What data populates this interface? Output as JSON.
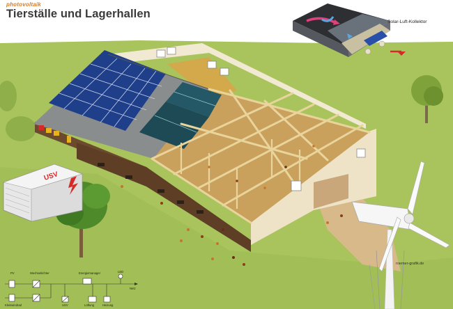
{
  "brand": "photovoltaik",
  "title": "Tierställe und Lagerhallen",
  "collector_label": "Solar-Luft-Kollektor",
  "usv_label": "USV",
  "credit": "roemer-grafik.de",
  "schematic": {
    "pv": "PV",
    "wechselrichter": "Wechselrichter",
    "energiemanager": "Energiemanager",
    "led": "LED",
    "netz": "Netz",
    "kleinwindrad": "Kleinwindrad",
    "usv": "USV",
    "lueftung": "Lüftung",
    "heizung": "Heizung"
  },
  "colors": {
    "grass": "#a9c45c",
    "grass_dark": "#8fae47",
    "solar_panel": "#1f3f8a",
    "roof_grey": "#8a8d8e",
    "wall_beige": "#efe3c7",
    "wall_brown": "#6b4a2e",
    "timber": "#e9d49c",
    "brand_orange": "#d97a1c",
    "usv_red": "#d42a2a"
  }
}
